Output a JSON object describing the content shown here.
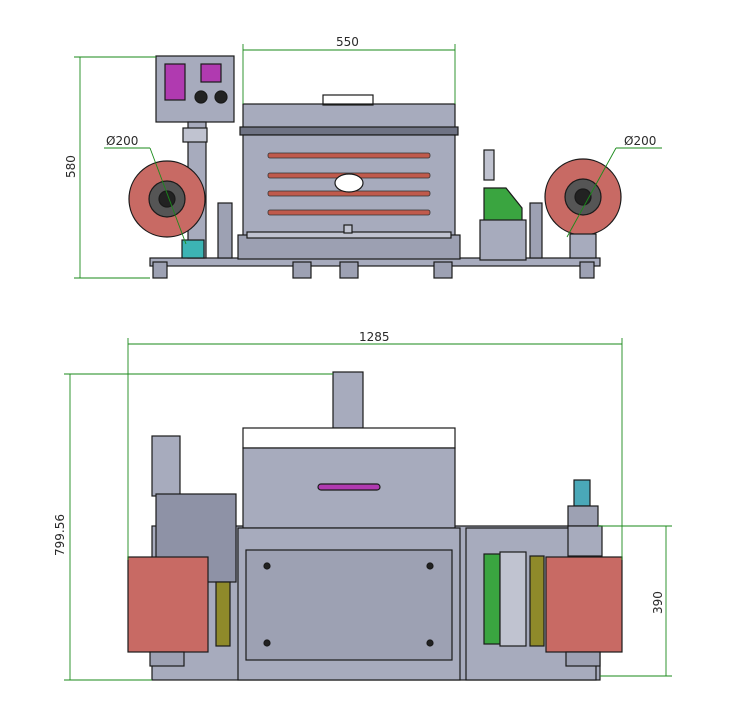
{
  "dimensions": {
    "front_width": "550",
    "front_height": "580",
    "roll_left_dia": "Ø200",
    "roll_right_dia": "Ø200",
    "top_width": "1285",
    "top_depth": "799.56",
    "top_right_depth": "390"
  },
  "colors": {
    "line": "#1a1a1a",
    "dimension": "#1a8a1a",
    "body": "#a7abbd",
    "body_dark": "#8e92a6",
    "roll": "#c86a64",
    "tube": "#c05a4c",
    "bracket": "#3aa540",
    "control": "#b03ab0",
    "cyan": "#3cb4b4",
    "yellow_roller": "#8f8a2a",
    "motor": "#4aa8b8"
  },
  "icons": [
    "control-panel-icon",
    "paper-roll-icon"
  ]
}
